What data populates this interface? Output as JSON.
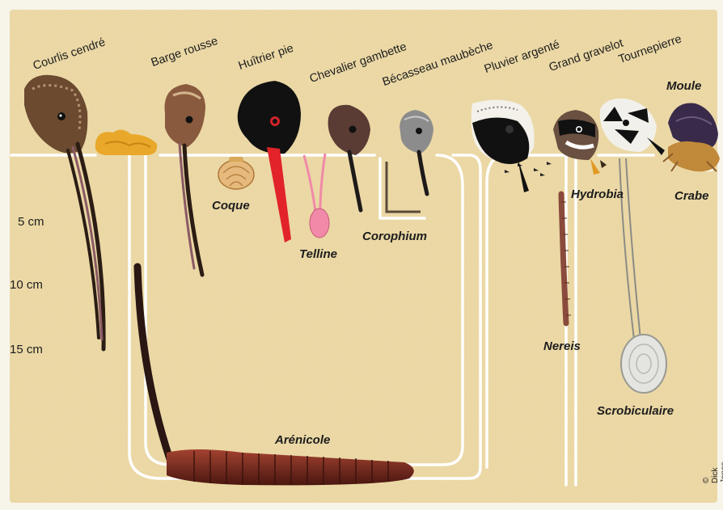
{
  "colors": {
    "sand": "#ecd9a6",
    "burrow": "#ffffff",
    "lugworm": "#7a2a1c",
    "oystercatcher_bill": "#e2232a"
  },
  "birds": [
    {
      "label": "Courlis cendré"
    },
    {
      "label": "Barge rousse"
    },
    {
      "label": "Huîtrier pie"
    },
    {
      "label": "Chevalier gambette"
    },
    {
      "label": "Bécasseau maubèche"
    },
    {
      "label": "Pluvier argenté"
    },
    {
      "label": "Grand gravelot"
    },
    {
      "label": "Tournepierre"
    }
  ],
  "prey": {
    "moule": "Moule",
    "coque": "Coque",
    "telline": "Telline",
    "corophium": "Corophium",
    "hydrobia": "Hydrobia",
    "crabe": "Crabe",
    "nereis": "Nereis",
    "scrobiculaire": "Scrobiculaire",
    "arenicole": "Arénicole"
  },
  "depth_scale": [
    "5 cm",
    "10 cm",
    "15 cm"
  ],
  "credit": "© Dick Jones"
}
